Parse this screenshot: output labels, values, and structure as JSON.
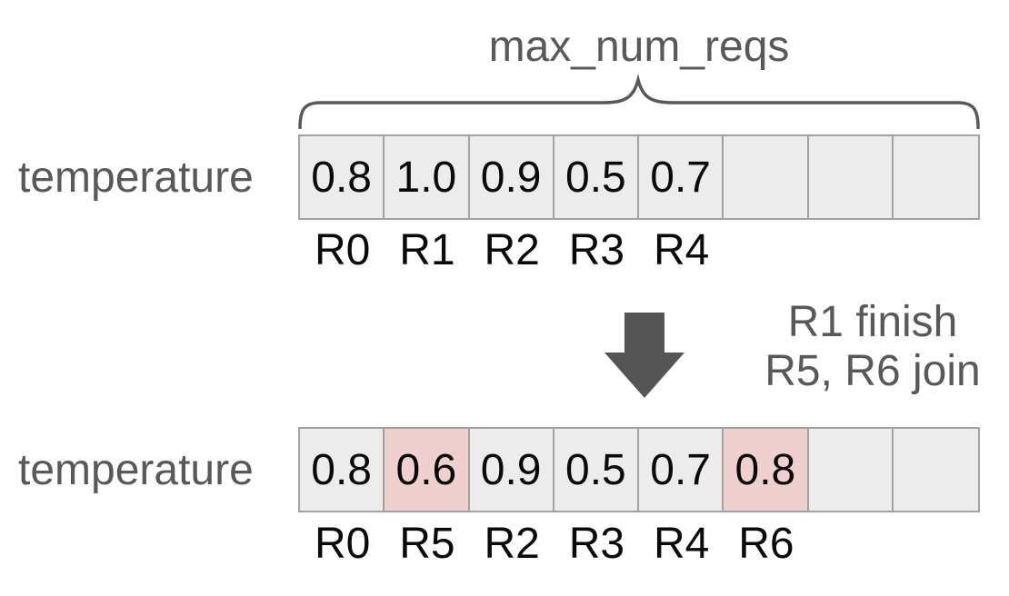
{
  "title": "max_num_reqs",
  "colors": {
    "cell_bg": "#ececec",
    "cell_highlight": "#f0d0ce",
    "cell_border": "#a2a2a2",
    "gray_text": "#595959",
    "arrow": "#555555",
    "value_text": "#0a0a0a"
  },
  "row1": {
    "label": "temperature",
    "cells": [
      "0.8",
      "1.0",
      "0.9",
      "0.5",
      "0.7",
      "",
      "",
      ""
    ],
    "highlighted_indices": [],
    "request_labels": [
      "R0",
      "R1",
      "R2",
      "R3",
      "R4"
    ]
  },
  "transition": {
    "arrow_icon": "down-arrow",
    "lines": [
      "R1 finish",
      "R5, R6 join"
    ]
  },
  "row2": {
    "label": "temperature",
    "cells": [
      "0.8",
      "0.6",
      "0.9",
      "0.5",
      "0.7",
      "0.8",
      "",
      ""
    ],
    "highlighted_indices": [
      1,
      5
    ],
    "request_labels": [
      "R0",
      "R5",
      "R2",
      "R3",
      "R4",
      "R6"
    ]
  }
}
